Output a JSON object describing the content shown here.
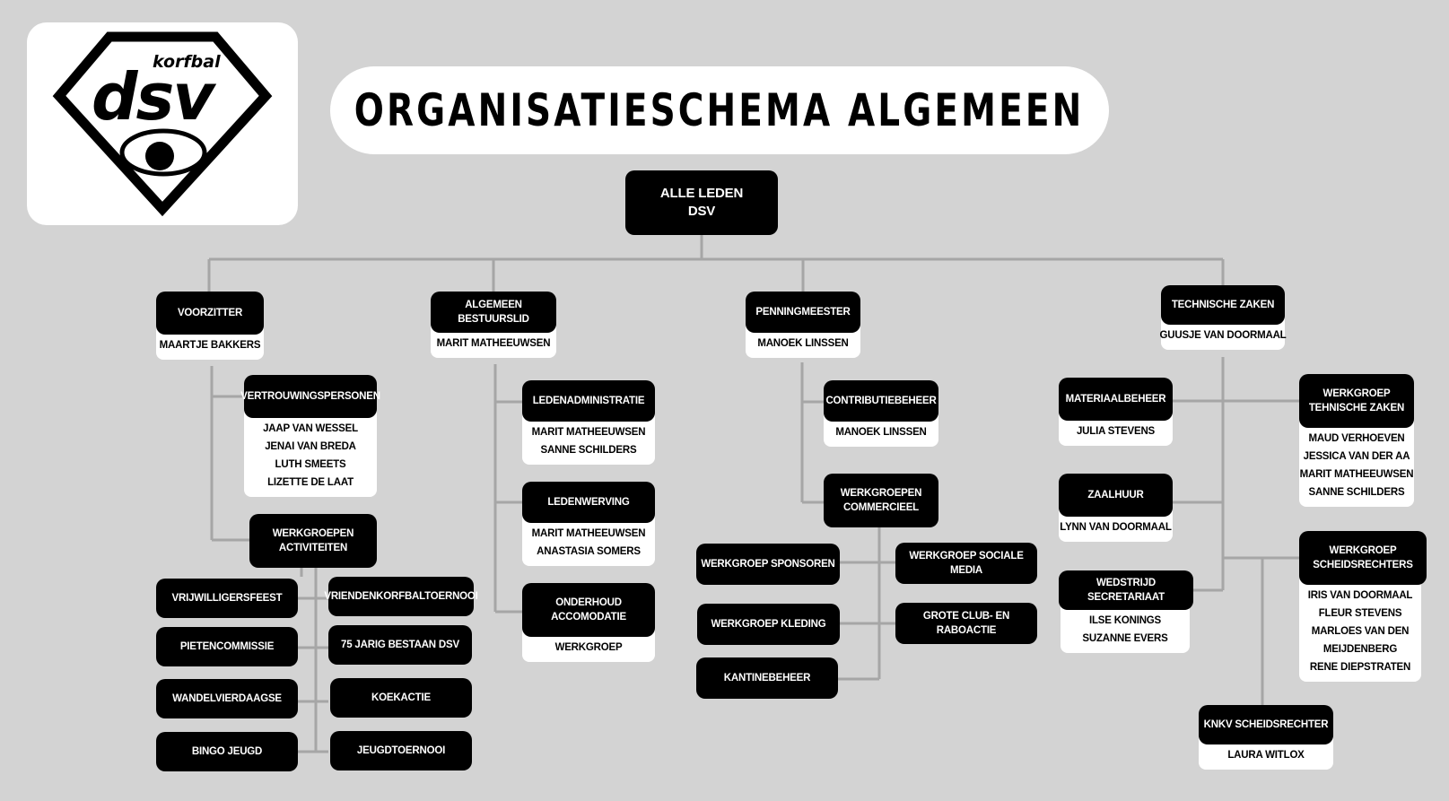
{
  "title": "ORGANISATIESCHEMA ALGEMEEN",
  "logo": {
    "small_text": "korfbal",
    "big_text": "dsv"
  },
  "colors": {
    "background": "#d3d3d3",
    "node": "#000000",
    "card": "#ffffff",
    "connector": "#a6a6a6"
  },
  "nodes": {
    "alle_leden": {
      "title": "ALLE LEDEN\nDSV"
    },
    "voorzitter": {
      "title": "VOORZITTER",
      "names": [
        "MAARTJE BAKKERS"
      ]
    },
    "vertrouwingspersonen": {
      "title": "VERTROUWINGSPERSONEN",
      "names": [
        "JAAP VAN WESSEL",
        "JENAI VAN BREDA",
        "LUTH SMEETS",
        "LIZETTE DE LAAT"
      ]
    },
    "werkgroepen_activiteiten": {
      "title": "WERKGROEPEN\nACTIVITEITEN"
    },
    "vrijwilligersfeest": {
      "title": "VRIJWILLIGERSFEEST"
    },
    "vriendenkorfbaltoernooi": {
      "title": "VRIENDENKORFBALTOERNOOI"
    },
    "pietencommissie": {
      "title": "PIETENCOMMISSIE"
    },
    "jarig_bestaan": {
      "title": "75 JARIG BESTAAN DSV"
    },
    "wandelvierdaagse": {
      "title": "WANDELVIERDAAGSE"
    },
    "koekactie": {
      "title": "KOEKACTIE"
    },
    "bingo_jeugd": {
      "title": "BINGO JEUGD"
    },
    "jeugdtoernooi": {
      "title": "JEUGDTOERNOOI"
    },
    "algemeen_bestuurslid": {
      "title": "ALGEMEEN BESTUURSLID",
      "names": [
        "MARIT MATHEEUWSEN"
      ]
    },
    "ledenadministratie": {
      "title": "LEDENADMINISTRATIE",
      "names": [
        "MARIT MATHEEUWSEN",
        "SANNE SCHILDERS"
      ]
    },
    "ledenwerving": {
      "title": "LEDENWERVING",
      "names": [
        "MARIT MATHEEUWSEN",
        "ANASTASIA SOMERS"
      ]
    },
    "onderhoud": {
      "title": "ONDERHOUD\nACCOMODATIE",
      "names": [
        "WERKGROEP"
      ]
    },
    "penningmeester": {
      "title": "PENNINGMEESTER",
      "names": [
        "MANOEK LINSSEN"
      ]
    },
    "contributiebeheer": {
      "title": "CONTRIBUTIEBEHEER",
      "names": [
        "MANOEK LINSSEN"
      ]
    },
    "werkgroepen_commercieel": {
      "title": "WERKGROEPEN\nCOMMERCIEEL"
    },
    "werkgroep_sponsoren": {
      "title": "WERKGROEP SPONSOREN"
    },
    "werkgroep_sociale_media": {
      "title": "WERKGROEP SOCIALE MEDIA"
    },
    "werkgroep_kleding": {
      "title": "WERKGROEP KLEDING"
    },
    "grote_club": {
      "title": "GROTE CLUB- EN RABOACTIE"
    },
    "kantinebeheer": {
      "title": "KANTINEBEHEER"
    },
    "technische_zaken": {
      "title": "TECHNISCHE ZAKEN",
      "names": [
        "GUUSJE VAN DOORMAAL"
      ]
    },
    "materiaalbeheer": {
      "title": "MATERIAALBEHEER",
      "names": [
        "JULIA STEVENS"
      ]
    },
    "werkgroep_technische_zaken": {
      "title": "WERKGROEP\nTEHNISCHE ZAKEN",
      "names": [
        "MAUD VERHOEVEN",
        "JESSICA VAN DER AA",
        "MARIT MATHEEUWSEN",
        "SANNE SCHILDERS"
      ]
    },
    "zaalhuur": {
      "title": "ZAALHUUR",
      "names": [
        "LYNN VAN DOORMAAL"
      ]
    },
    "wedstrijd_secretariaat": {
      "title": "WEDSTRIJD SECRETARIAAT",
      "names": [
        "ILSE KONINGS",
        "SUZANNE EVERS"
      ]
    },
    "werkgroep_scheidsrechters": {
      "title": "WERKGROEP\nSCHEIDSRECHTERS",
      "names": [
        "IRIS VAN DOORMAAL",
        "FLEUR STEVENS",
        "MARLOES VAN DEN",
        "MEIJDENBERG",
        "RENE DIEPSTRATEN"
      ]
    },
    "knkv_scheidsrechter": {
      "title": "KNKV SCHEIDSRECHTER",
      "names": [
        "LAURA WITLOX"
      ]
    }
  }
}
